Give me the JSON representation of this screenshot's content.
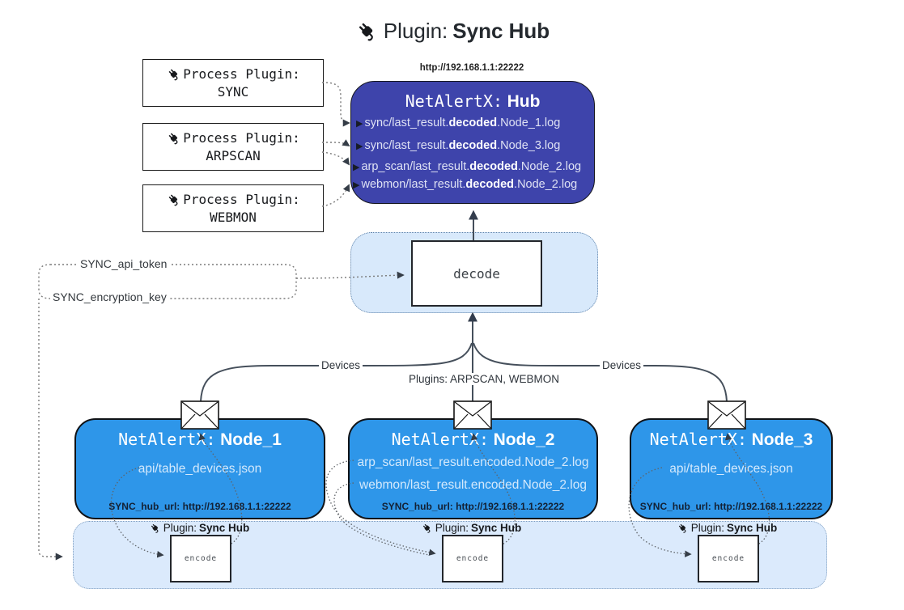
{
  "title": {
    "label": "Plugin:",
    "name": "Sync Hub"
  },
  "hub": {
    "url": "http://192.168.1.1:22222",
    "name_prefix": "NetAlertX:",
    "name": "Hub",
    "logs": [
      {
        "pre": "sync/last_result.",
        "mid": "decoded",
        "post": ".Node_1.log"
      },
      {
        "pre": "sync/last_result.",
        "mid": "decoded",
        "post": ".Node_3.log"
      },
      {
        "pre": "arp_scan/last_result.",
        "mid": "decoded",
        "post": ".Node_2.log"
      },
      {
        "pre": "webmon/last_result.",
        "mid": "decoded",
        "post": ".Node_2.log"
      }
    ]
  },
  "process_plugins": [
    {
      "label": "Process Plugin:",
      "name": "SYNC"
    },
    {
      "label": "Process Plugin:",
      "name": "ARPSCAN"
    },
    {
      "label": "Process Plugin:",
      "name": "WEBMON"
    }
  ],
  "decode": {
    "label": "decode"
  },
  "settings": {
    "api_token": "SYNC_api_token",
    "encryption_key": "SYNC_encryption_key"
  },
  "edge_labels": {
    "devices_left": "Devices",
    "plugins_center": "Plugins: ARPSCAN, WEBMON",
    "devices_right": "Devices"
  },
  "nodes": [
    {
      "name_prefix": "NetAlertX:",
      "name": "Node_1",
      "files": [
        "api/table_devices.json"
      ],
      "hub_url": "SYNC_hub_url: http://192.168.1.1:22222"
    },
    {
      "name_prefix": "NetAlertX:",
      "name": "Node_2",
      "files": [
        "arp_scan/last_result.encoded.Node_2.log",
        "webmon/last_result.encoded.Node_2.log"
      ],
      "hub_url": "SYNC_hub_url: http://192.168.1.1:22222"
    },
    {
      "name_prefix": "NetAlertX:",
      "name": "Node_3",
      "files": [
        "api/table_devices.json"
      ],
      "hub_url": "SYNC_hub_url: http://192.168.1.1:22222"
    }
  ],
  "encoders": [
    {
      "label": "Plugin:",
      "name": "Sync Hub",
      "box": "encode"
    },
    {
      "label": "Plugin:",
      "name": "Sync Hub",
      "box": "encode"
    },
    {
      "label": "Plugin:",
      "name": "Sync Hub",
      "box": "encode"
    }
  ],
  "colors": {
    "hub_fill": "#3e44ab",
    "node_fill": "#2e96e9",
    "panel_fill": "#d8e9fb",
    "panel_border": "#5d81a9",
    "solid_line": "#454f5b",
    "dotted_line": "#777777"
  }
}
